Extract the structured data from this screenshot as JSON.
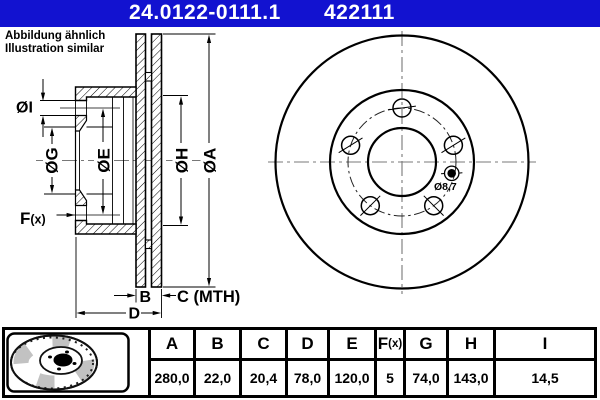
{
  "header": {
    "part_number": "24.0122-0111.1",
    "reference_number": "422111",
    "background_color": "#1212d0",
    "text_color": "#ffffff"
  },
  "note": {
    "line1": "Abbildung ähnlich",
    "line2": "Illustration similar"
  },
  "side_view": {
    "labels": {
      "diameter_i": "ØI",
      "diameter_g": "ØG",
      "diameter_e": "ØE",
      "diameter_h": "ØH",
      "diameter_a": "ØA",
      "f": "F",
      "f_suffix": "(x)",
      "b": "B",
      "c_mth": "C (MTH)",
      "d": "D"
    }
  },
  "front_view": {
    "bolt_hole_label": "Ø8,7",
    "bolt_hole_count": 5
  },
  "dimension_table": {
    "columns": [
      {
        "label": "A",
        "value": "280,0"
      },
      {
        "label": "B",
        "value": "22,0"
      },
      {
        "label": "C",
        "value": "20,4"
      },
      {
        "label": "D",
        "value": "78,0"
      },
      {
        "label": "E",
        "value": "120,0"
      },
      {
        "label": "F",
        "label_suffix": "(x)",
        "value": "5"
      },
      {
        "label": "G",
        "value": "74,0"
      },
      {
        "label": "H",
        "value": "143,0"
      },
      {
        "label": "I",
        "value": "14,5"
      }
    ]
  }
}
